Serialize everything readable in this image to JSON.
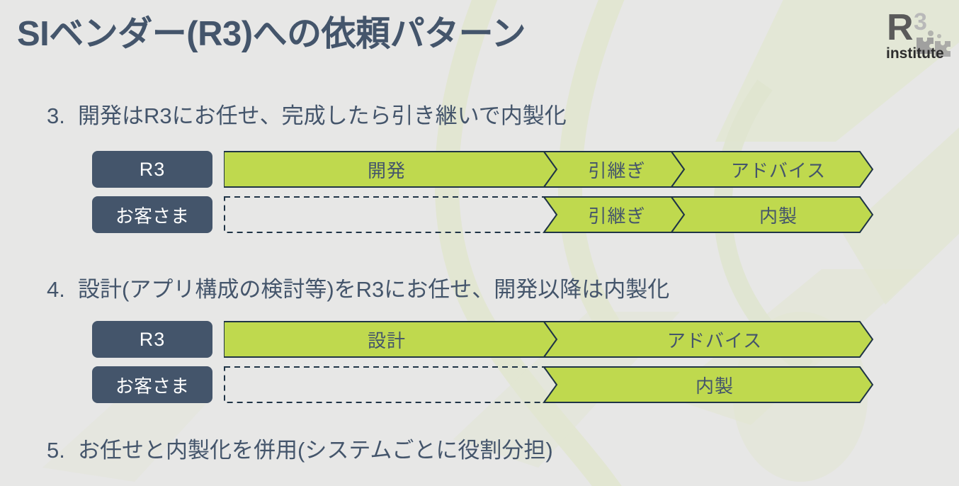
{
  "slide": {
    "title": "SIベンダー(R3)への依頼パターン",
    "background_color": "#e7e7e6",
    "accent_green": "#bfd94e",
    "accent_navy": "#44556b",
    "outline_color": "#1f3446"
  },
  "logo": {
    "mark": "R3",
    "superscript": "3",
    "wordmark": "institute",
    "icon_name": "r3-institute-logo"
  },
  "items": [
    {
      "number": "3.",
      "text": "開発はR3にお任せ、完成したら引き継いで内製化"
    },
    {
      "number": "4.",
      "text": "設計(アプリ構成の検討等)をR3にお任せ、開発以降は内製化"
    },
    {
      "number": "5.",
      "text": "お任せと内製化を併用(システムごとに役割分担)"
    }
  ],
  "diagrams": [
    {
      "id": "pattern-3",
      "rows": [
        {
          "role": "R3",
          "style": "filled",
          "segments": [
            {
              "label": "開発",
              "filled": true
            },
            {
              "label": "引継ぎ",
              "filled": true
            },
            {
              "label": "アドバイス",
              "filled": true
            }
          ]
        },
        {
          "role": "お客さま",
          "style": "dashed",
          "segments": [
            {
              "label": "",
              "filled": false
            },
            {
              "label": "引継ぎ",
              "filled": true
            },
            {
              "label": "内製",
              "filled": true
            }
          ]
        }
      ]
    },
    {
      "id": "pattern-4",
      "rows": [
        {
          "role": "R3",
          "style": "filled",
          "segments": [
            {
              "label": "設計",
              "filled": true
            },
            {
              "label": "アドバイス",
              "filled": true
            }
          ]
        },
        {
          "role": "お客さま",
          "style": "dashed",
          "segments": [
            {
              "label": "",
              "filled": false
            },
            {
              "label": "内製",
              "filled": true
            }
          ]
        }
      ]
    }
  ]
}
